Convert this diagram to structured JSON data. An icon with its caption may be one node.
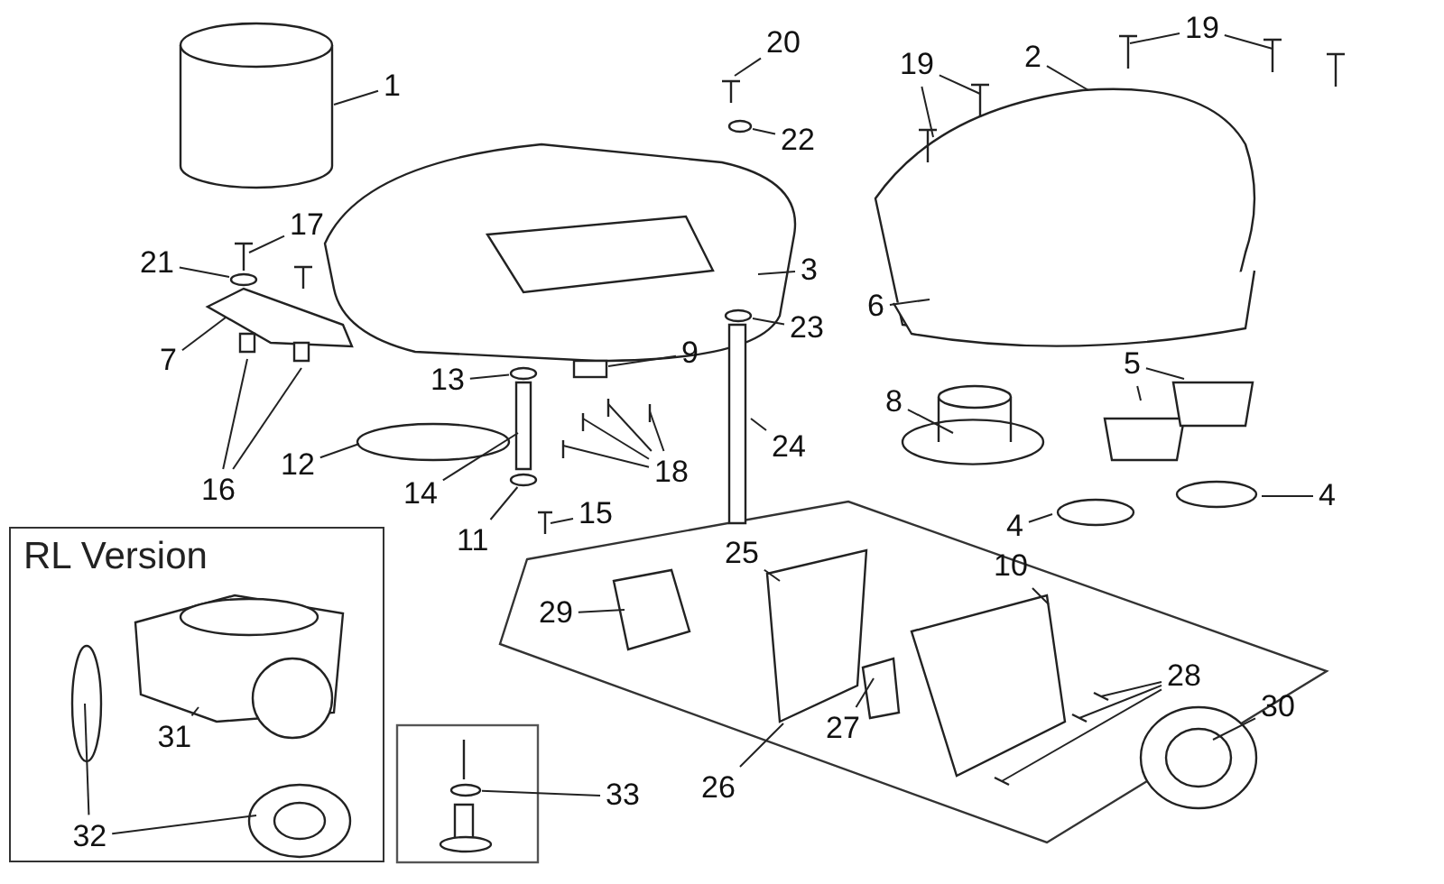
{
  "diagram": {
    "nodes": [
      {
        "text": [
          "1"
        ]
      },
      {
        "text": [
          "20"
        ]
      },
      {
        "text": [
          "2"
        ]
      },
      {
        "text": [
          "19"
        ]
      },
      {
        "text": [
          "19"
        ]
      },
      {
        "text": [
          "22"
        ]
      },
      {
        "text": [
          "17"
        ]
      },
      {
        "text": [
          "21"
        ]
      },
      {
        "text": [
          "3"
        ]
      },
      {
        "text": [
          "23"
        ]
      },
      {
        "text": [
          "6"
        ]
      },
      {
        "text": [
          "7"
        ]
      },
      {
        "text": [
          "9"
        ]
      },
      {
        "text": [
          "5"
        ]
      },
      {
        "text": [
          "13"
        ]
      },
      {
        "text": [
          "8"
        ]
      },
      {
        "text": [
          "24"
        ]
      },
      {
        "text": [
          "12"
        ]
      },
      {
        "text": [
          "18"
        ]
      },
      {
        "text": [
          "16"
        ]
      },
      {
        "text": [
          "14"
        ]
      },
      {
        "text": [
          "4"
        ]
      },
      {
        "text": [
          "15"
        ]
      },
      {
        "text": [
          "4"
        ]
      },
      {
        "text": [
          "RL Version"
        ]
      },
      {
        "text": [
          "11"
        ]
      },
      {
        "text": [
          "25"
        ]
      },
      {
        "text": [
          "10"
        ]
      },
      {
        "text": [
          "29"
        ]
      },
      {
        "text": [
          "28"
        ]
      },
      {
        "text": [
          "30"
        ]
      },
      {
        "text": [
          "31"
        ],
        "in": 24
      },
      {
        "text": [
          "27"
        ]
      },
      {
        "text": [
          "33"
        ]
      },
      {
        "text": [
          "26"
        ]
      },
      {
        "text": [
          "32"
        ],
        "in": 24
      },
      {
        "text": [],
        "shape": "circle"
      },
      {
        "text": [],
        "shape": "circle"
      },
      {
        "text": [],
        "shape": "circle"
      },
      {
        "text": [],
        "shape": "box"
      },
      {
        "text": [],
        "shape": "circle"
      },
      {
        "text": [],
        "shape": "circle"
      },
      {
        "text": [],
        "shape": "box"
      },
      {
        "text": [],
        "shape": "circle",
        "in": 42
      }
    ],
    "edges": [
      {
        "from": 0,
        "to": null,
        "arrow": "none"
      },
      {
        "from": 1,
        "to": null,
        "arrow": "none"
      },
      {
        "from": 2,
        "to": null,
        "arrow": "none"
      },
      {
        "from": 3,
        "to": null,
        "arrow": "none"
      },
      {
        "from": 3,
        "to": null,
        "arrow": "none"
      },
      {
        "from": 4,
        "to": null,
        "arrow": "none"
      },
      {
        "from": 4,
        "to": null,
        "arrow": "none"
      },
      {
        "from": 5,
        "to": 36,
        "arrow": "none"
      },
      {
        "from": 6,
        "to": null,
        "arrow": "none"
      },
      {
        "from": 7,
        "to": 37,
        "arrow": "none"
      },
      {
        "from": 8,
        "to": null,
        "arrow": "none"
      },
      {
        "from": 9,
        "to": 38,
        "arrow": "none"
      },
      {
        "from": 10,
        "to": null,
        "arrow": "none"
      },
      {
        "from": 11,
        "to": null,
        "arrow": "none"
      },
      {
        "from": 12,
        "to": 39,
        "arrow": "none"
      },
      {
        "from": 13,
        "to": null,
        "arrow": "none"
      },
      {
        "from": 13,
        "to": null,
        "arrow": "none"
      },
      {
        "from": 14,
        "to": 40,
        "arrow": "none"
      },
      {
        "from": 15,
        "to": null,
        "arrow": "none"
      },
      {
        "from": 16,
        "to": null,
        "arrow": "none"
      },
      {
        "from": 17,
        "to": null,
        "arrow": "none"
      },
      {
        "from": 18,
        "to": null,
        "arrow": "none"
      },
      {
        "from": 18,
        "to": null,
        "arrow": "none"
      },
      {
        "from": 18,
        "to": null,
        "arrow": "none"
      },
      {
        "from": 18,
        "to": null,
        "arrow": "none"
      },
      {
        "from": 19,
        "to": null,
        "arrow": "none"
      },
      {
        "from": 19,
        "to": null,
        "arrow": "none"
      },
      {
        "from": 20,
        "to": null,
        "arrow": "none"
      },
      {
        "from": 21,
        "to": null,
        "arrow": "none"
      },
      {
        "from": 22,
        "to": null,
        "arrow": "none"
      },
      {
        "from": 23,
        "to": null,
        "arrow": "none"
      },
      {
        "from": 25,
        "to": 41,
        "arrow": "none"
      },
      {
        "from": 26,
        "to": null,
        "arrow": "none"
      },
      {
        "from": 27,
        "to": null,
        "arrow": "none"
      },
      {
        "from": 28,
        "to": null,
        "arrow": "none"
      },
      {
        "from": 29,
        "to": null,
        "arrow": "none"
      },
      {
        "from": 29,
        "to": null,
        "arrow": "none"
      },
      {
        "from": 29,
        "to": null,
        "arrow": "none"
      },
      {
        "from": 30,
        "to": null,
        "arrow": "none"
      },
      {
        "from": 31,
        "to": null,
        "arrow": "none"
      },
      {
        "from": 32,
        "to": null,
        "arrow": "none"
      },
      {
        "from": 33,
        "to": 43,
        "arrow": "none"
      },
      {
        "from": 34,
        "to": null,
        "arrow": "none"
      },
      {
        "from": 35,
        "to": null,
        "arrow": "none"
      },
      {
        "from": 35,
        "to": null,
        "arrow": "none"
      }
    ]
  }
}
